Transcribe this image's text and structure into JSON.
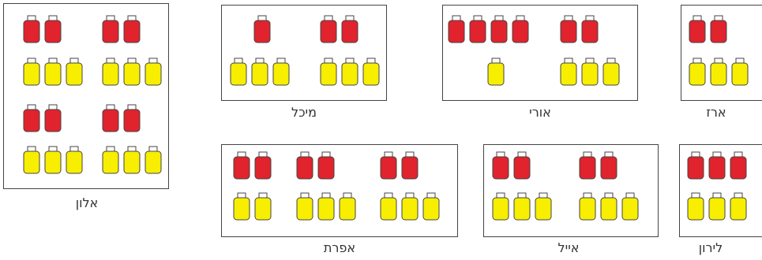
{
  "colors": {
    "red": "#e0232d",
    "yellow": "#f7ee00",
    "outline": "#444444"
  },
  "panels": [
    {
      "id": "alon",
      "name": "אלון",
      "groups": [
        {
          "red": 2,
          "yellow": 3
        },
        {
          "red": 2,
          "yellow": 3
        },
        {
          "red": 2,
          "yellow": 3
        },
        {
          "red": 2,
          "yellow": 3
        }
      ]
    },
    {
      "id": "michal",
      "name": "מיכל",
      "groups": [
        {
          "red": 1,
          "yellow": 3
        },
        {
          "red": 2,
          "yellow": 3
        }
      ]
    },
    {
      "id": "uri",
      "name": "אורי",
      "groups": [
        {
          "red": 4,
          "yellow": 1
        },
        {
          "red": 2,
          "yellow": 3
        }
      ]
    },
    {
      "id": "erez",
      "name": "ארז",
      "groups": [
        {
          "red": 2,
          "yellow": 3
        }
      ]
    },
    {
      "id": "efrat",
      "name": "אפרת",
      "groups": [
        {
          "red": 2,
          "yellow": 2
        },
        {
          "red": 2,
          "yellow": 3
        },
        {
          "red": 2,
          "yellow": 3
        }
      ]
    },
    {
      "id": "eyal",
      "name": "אייל",
      "groups": [
        {
          "red": 2,
          "yellow": 3
        },
        {
          "red": 2,
          "yellow": 3
        }
      ]
    },
    {
      "id": "liron",
      "name": "לירון",
      "groups": [
        {
          "red": 3,
          "yellow": 3
        }
      ]
    }
  ]
}
